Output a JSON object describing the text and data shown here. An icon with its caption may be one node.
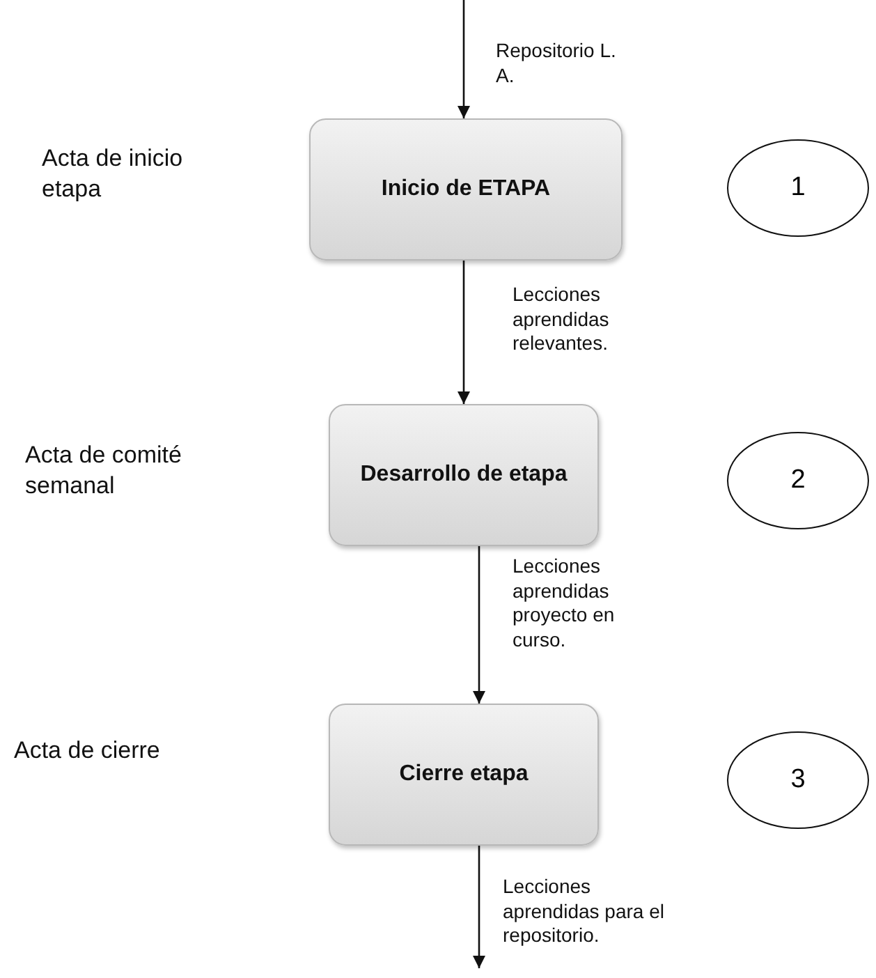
{
  "diagram": {
    "nodes": [
      {
        "text": [
          "Inicio de ETAPA"
        ]
      },
      {
        "text": [
          "1"
        ]
      },
      {
        "text": [
          "Desarrollo de etapa"
        ]
      },
      {
        "text": [
          "2"
        ]
      },
      {
        "text": [
          "Cierre etapa"
        ]
      },
      {
        "text": [
          "3"
        ]
      }
    ],
    "edges": [
      {
        "from": null,
        "to": 0,
        "arrow": "to",
        "label": "Repositorio L. A."
      },
      {
        "from": 0,
        "to": 2,
        "arrow": "to",
        "label": "Lecciones aprendidas relevantes."
      },
      {
        "from": 2,
        "to": 4,
        "arrow": "to",
        "label": "Lecciones aprendidas proyecto en curso."
      },
      {
        "from": 4,
        "to": null,
        "arrow": "to",
        "label": "Lecciones aprendidas para el repositorio."
      }
    ],
    "labels": [
      "Acta de inicio etapa",
      "Acta de comité semanal",
      "Acta de cierre"
    ]
  }
}
